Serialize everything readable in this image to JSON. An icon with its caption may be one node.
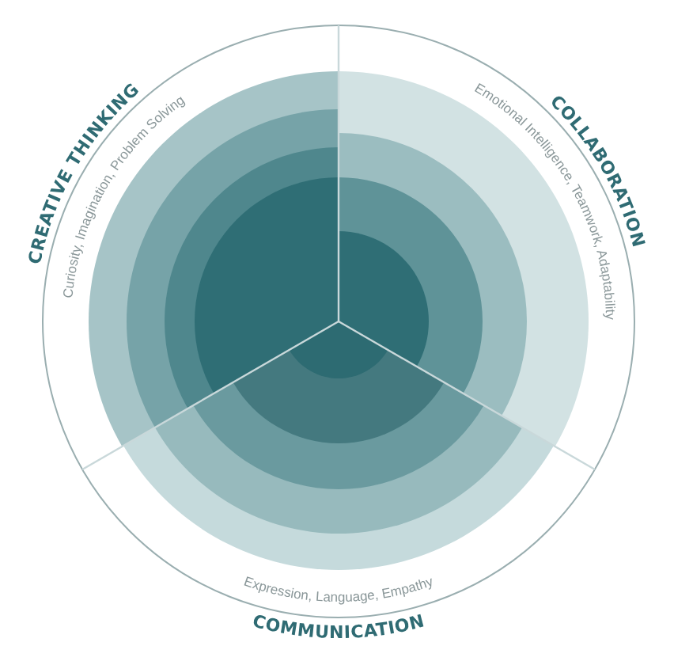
{
  "diagram": {
    "nodes": [
      {
        "text": [
          "CREATIVE THINKING",
          "Curiosity, Imagination, Problem Solving"
        ]
      },
      {
        "text": [
          "COLLABORATION",
          "Emotional Intelligence, Teamwork, Adaptability"
        ]
      },
      {
        "text": [
          "Expression, Language, Empathy",
          "COMMUNICATION"
        ]
      }
    ]
  }
}
